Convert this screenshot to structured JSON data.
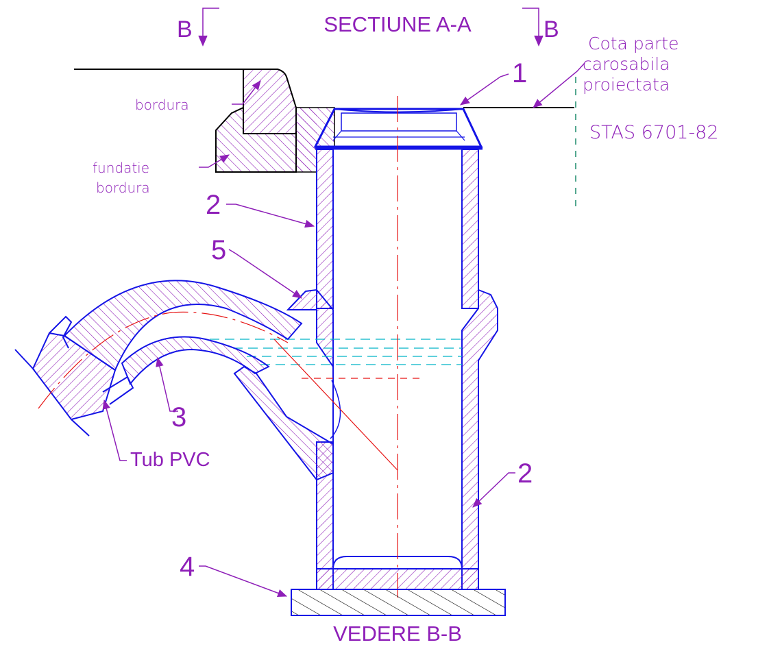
{
  "title": "SECTIUNE A-A",
  "footer_title": "VEDERE B-B",
  "section_marks": {
    "left": "B",
    "right": "B"
  },
  "labels": {
    "bordura": "bordura",
    "fundatie_line1": "fundatie",
    "fundatie_line2": "bordura",
    "cota_line1": "Cota parte",
    "cota_line2": "carosabila",
    "cota_line3": "proiectata",
    "stas": "STAS 6701-82",
    "tub_pvc": "Tub PVC"
  },
  "callouts": {
    "n1": "1",
    "n2_upper": "2",
    "n2_lower": "2",
    "n3": "3",
    "n4": "4",
    "n5": "5"
  },
  "colors": {
    "label": "#8e1fb8",
    "outline": "#1414e6",
    "hatch": "#8e1fb8",
    "centerline": "#e61414",
    "water": "#00b4c8",
    "road": "#000000",
    "dashed_cota": "#1a8a6a"
  }
}
